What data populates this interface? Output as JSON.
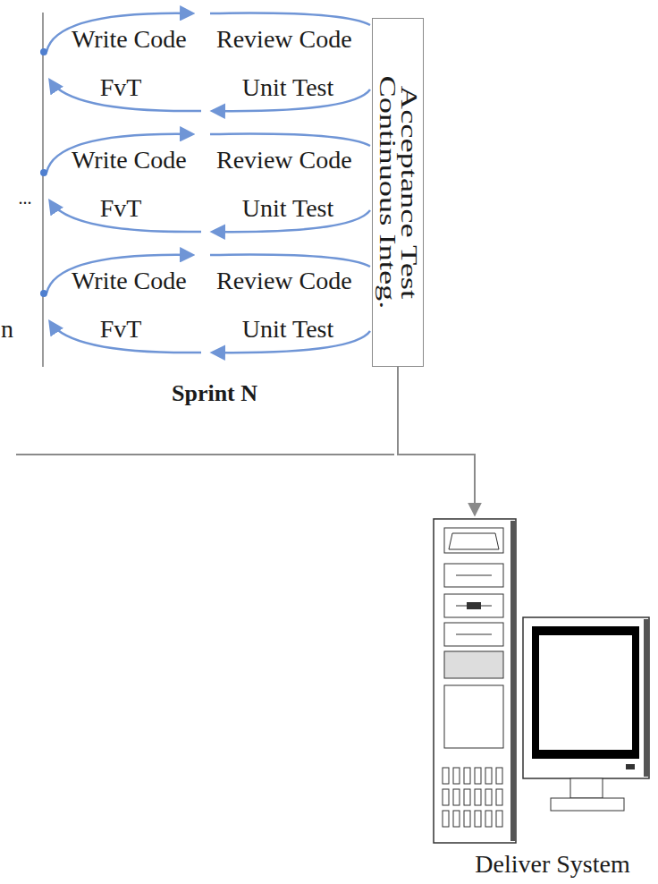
{
  "diagram": {
    "nodes": [
      {
        "text": [
          "Acceptance Test Continuous Integ."
        ]
      },
      {
        "text": [
          "Deliver System"
        ]
      }
    ],
    "edges": [
      {
        "from": 0,
        "to": 1,
        "arrow": "to"
      }
    ],
    "labels": [
      "Write Code",
      "Review Code",
      "FvT",
      "Unit Test",
      "...",
      "Write Code",
      "Review Code",
      "FvT",
      "Unit Test",
      "Write Code",
      "Review Code",
      "FvT",
      "Unit Test",
      "n",
      "Sprint N"
    ]
  }
}
